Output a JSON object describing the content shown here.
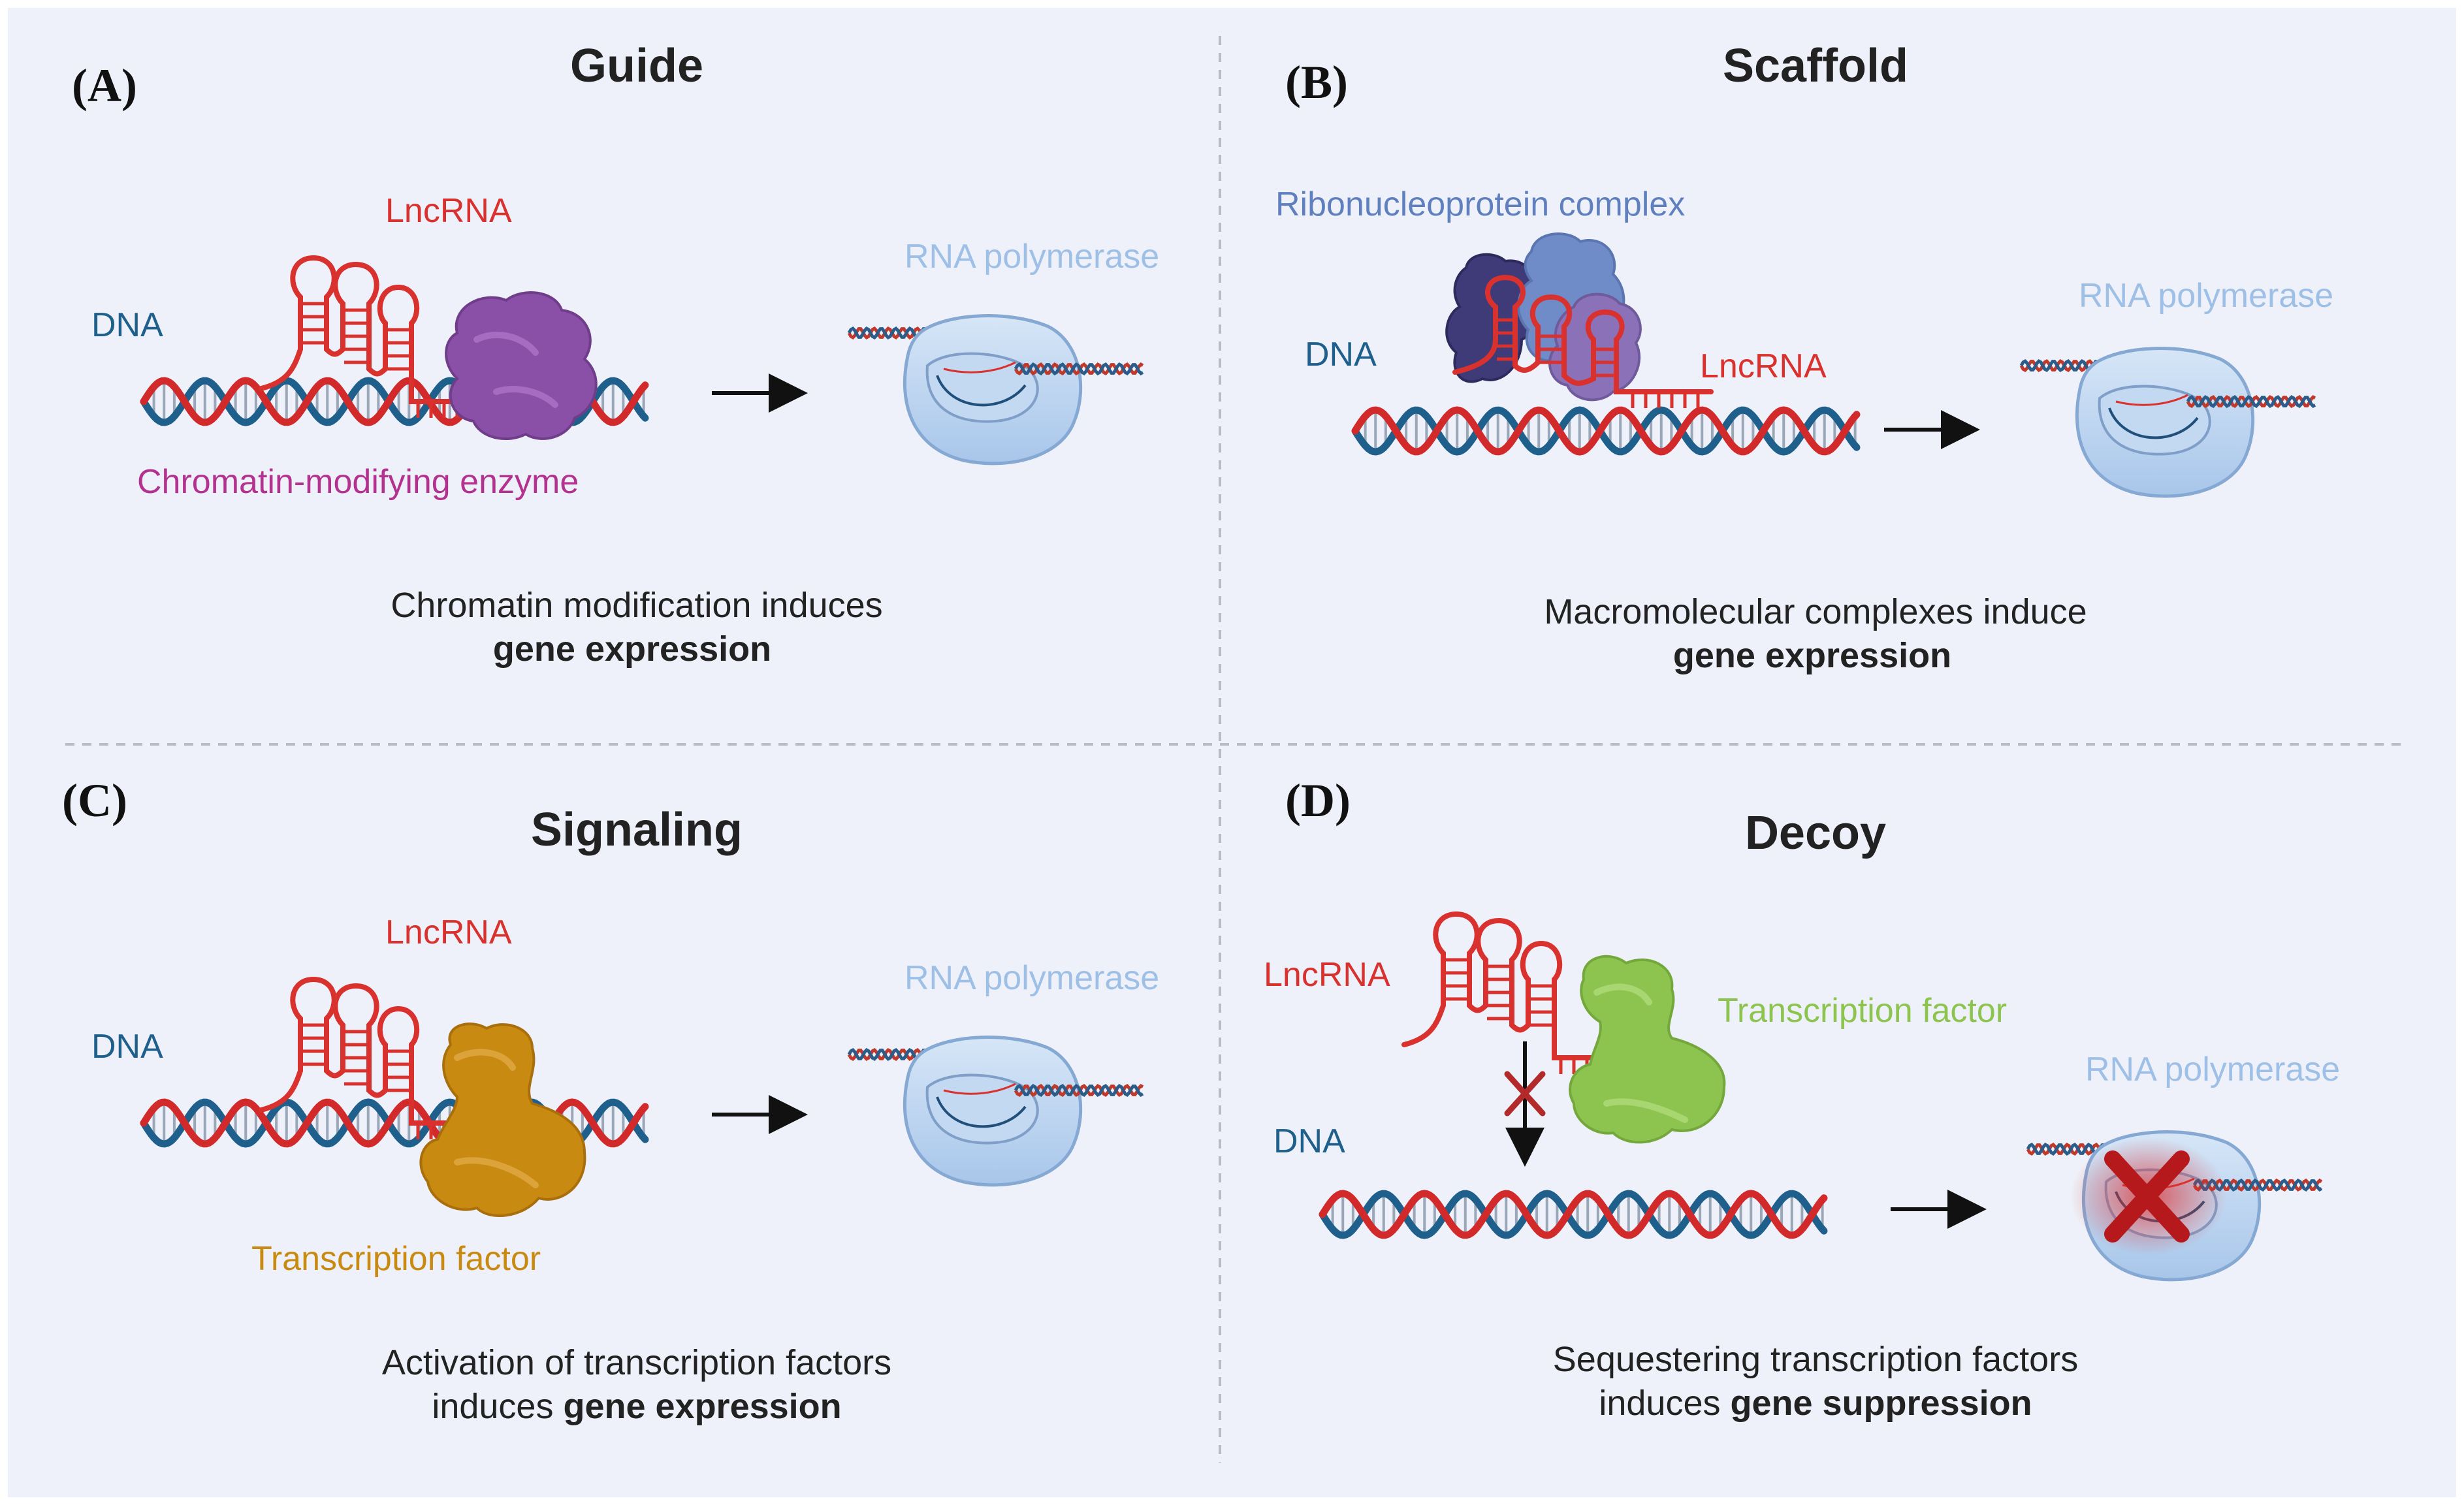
{
  "colors": {
    "background": "#eef1f9",
    "dna_blue": "#1f5f8b",
    "dna_red": "#d22a2a",
    "lncrna": "#d9312e",
    "chromatin_enzyme": "#b4328f",
    "polymerase_label": "#9fc0e6",
    "ribonucleoprotein_label": "#5f7fbf",
    "transcription_factor_c": "#c98a12",
    "transcription_factor_d": "#8cc44f"
  },
  "panels": {
    "a": {
      "letter": "(A)",
      "title": "Guide",
      "labels": {
        "lncrna": "LncRNA",
        "dna": "DNA",
        "enzyme": "Chromatin-modifying enzyme",
        "polymerase": "RNA polymerase"
      },
      "caption_line1": "Chromatin modification induces",
      "caption_bold": "gene expression"
    },
    "b": {
      "letter": "(B)",
      "title": "Scaffold",
      "labels": {
        "complex": "Ribonucleoprotein complex",
        "dna": "DNA",
        "lncrna": "LncRNA",
        "polymerase": "RNA polymerase"
      },
      "caption_line1": "Macromolecular complexes induce",
      "caption_bold": "gene expression"
    },
    "c": {
      "letter": "(C)",
      "title": "Signaling",
      "labels": {
        "lncrna": "LncRNA",
        "dna": "DNA",
        "factor": "Transcription factor",
        "polymerase": "RNA polymerase"
      },
      "caption_line1": "Activation of transcription factors",
      "caption_prefix": "induces ",
      "caption_bold": "gene expression"
    },
    "d": {
      "letter": "(D)",
      "title": "Decoy",
      "labels": {
        "lncrna": "LncRNA",
        "factor": "Transcription factor",
        "dna": "DNA",
        "polymerase": "RNA polymerase"
      },
      "caption_line1": "Sequestering transcription factors",
      "caption_prefix": "induces ",
      "caption_bold": "gene suppression"
    }
  }
}
